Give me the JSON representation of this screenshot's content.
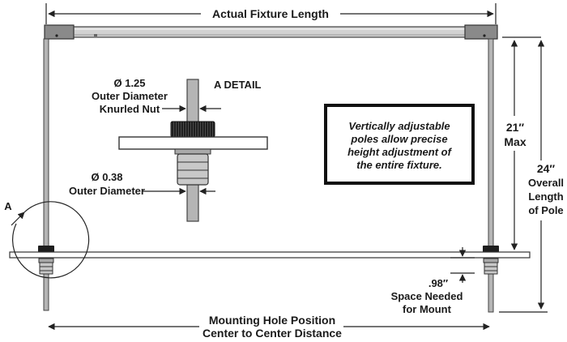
{
  "labels": {
    "actual_fixture_length": "Actual Fixture Length",
    "od_125_line1": "Ø 1.25",
    "od_125_line2": "Outer Diameter",
    "od_125_line3": "Knurled Nut",
    "a_detail": "A DETAIL",
    "od_038_line1": "Ø 0.38",
    "od_038_line2": "Outer Diameter",
    "detail_callout": "A",
    "max_height_value": "21″",
    "max_height_text": "Max",
    "pole_len_value": "24″",
    "pole_len_line1": "Overall",
    "pole_len_line2": "Length",
    "pole_len_line3": "of Pole",
    "mount_value": ".98″",
    "mount_line1": "Space Needed",
    "mount_line2": "for Mount",
    "mount_hole_line1": "Mounting Hole Position",
    "mount_hole_line2": "Center to Center Distance"
  },
  "note": {
    "line1": "Vertically adjustable",
    "line2": "poles allow precise",
    "line3": "height adjustment of",
    "line4": "the entire fixture."
  },
  "colors": {
    "fixture_body": "#d2d2d2",
    "end_cap": "#8a8a8a",
    "pole": "#b5b5b5",
    "nut": "#1e1e1e",
    "line": "#222222"
  }
}
